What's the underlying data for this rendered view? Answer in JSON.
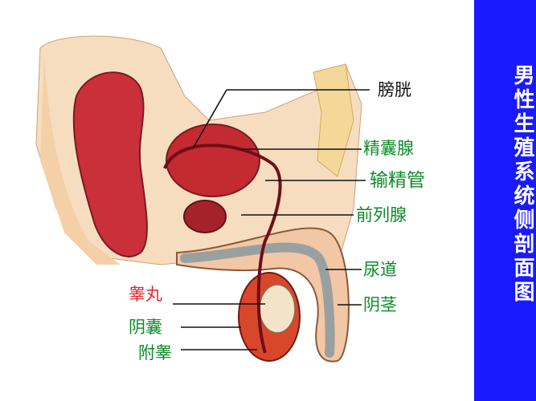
{
  "title": "男性生殖系统侧剖面图",
  "labels": {
    "bladder": "膀胱",
    "seminal_vesicle": "精囊腺",
    "vas_deferens": "输精管",
    "prostate": "前列腺",
    "urethra": "尿道",
    "penis": "阴茎",
    "testis": "睾丸",
    "scrotum": "阴囊",
    "epididymis": "附睾"
  },
  "colors": {
    "title_bar": "#1a1aff",
    "title_text": "#ffffff",
    "label_green": "#0e8a2a",
    "label_red": "#e3262c",
    "label_black": "#111111"
  }
}
